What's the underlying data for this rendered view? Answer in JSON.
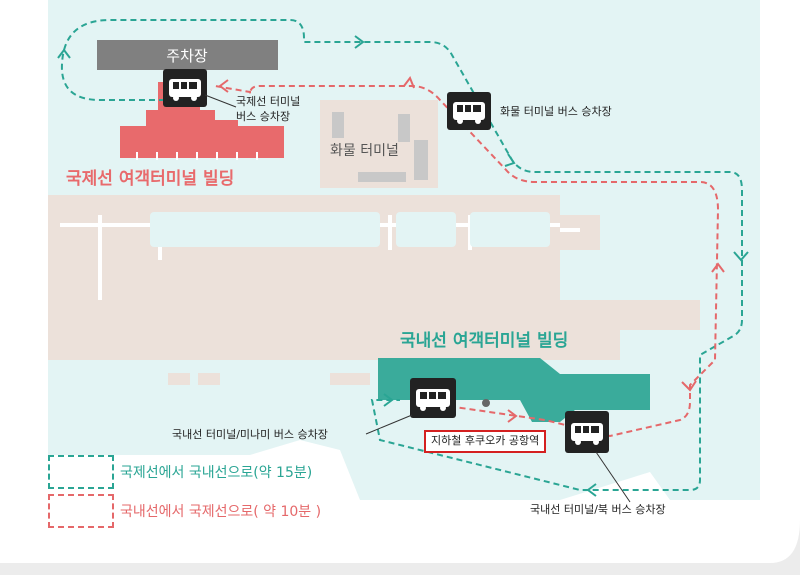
{
  "colors": {
    "teal": "#2aa594",
    "red": "#e5686a",
    "terminal_red": "#e86a6c",
    "domestic_teal": "#3aab9b",
    "land": "#ece1da",
    "sea": "#e3f4f4",
    "parking_gray": "#808080",
    "bus_sign_bg": "#222222"
  },
  "icons": [
    "bus-icon"
  ],
  "labels": {
    "parking": "주차장",
    "intl_building": "국제선 여객터미널 빌딩",
    "cargo_terminal": "화물 터미널",
    "domestic_building": "국내선 여객터미널 빌딩",
    "subway_station": "지하철 후쿠오카 공항역"
  },
  "bus_stops": {
    "intl_stop": [
      "국제선 터미널",
      "버스 승차장"
    ],
    "cargo_stop": "화물 터미널 버스 승차장",
    "domestic_south_stop": "국내선 터미널/미나미 버스 승차장",
    "domestic_north_stop": "국내선 터미널/북 버스 승차장"
  },
  "legend": {
    "intl_to_domestic": "국제선에서 국내선으로(약 15분)",
    "domestic_to_intl": "국내선에서 국제선으로( 약 10분 )"
  }
}
